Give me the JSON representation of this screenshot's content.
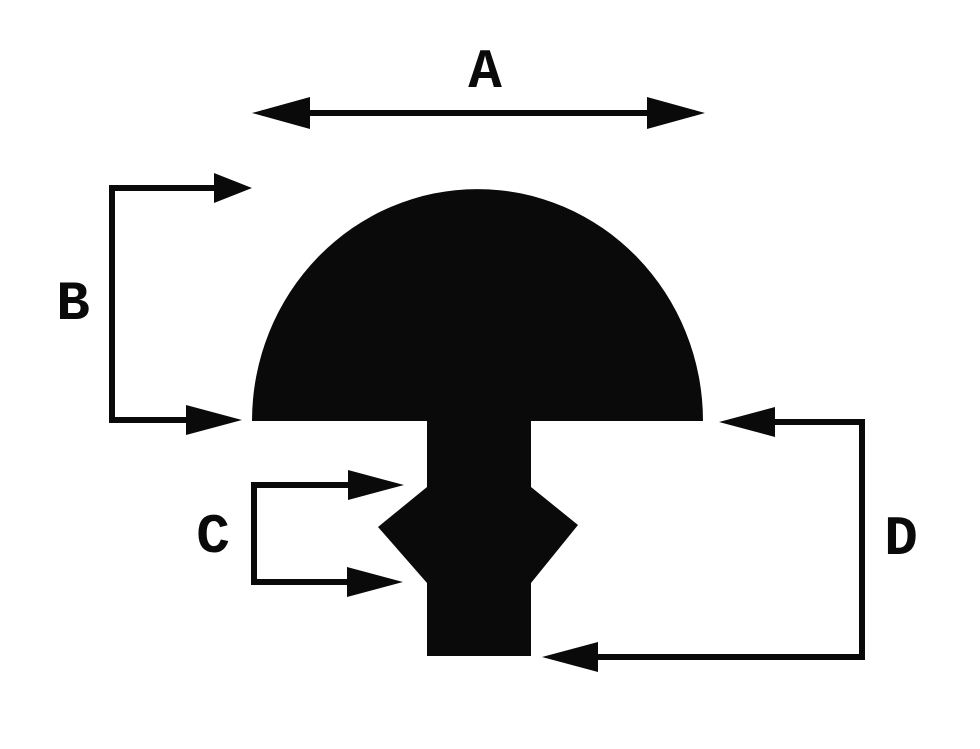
{
  "colors": {
    "ink": "#0a0a0a",
    "background": "#ffffff"
  },
  "labels": {
    "a": "A",
    "b": "B",
    "c": "C",
    "d": "D"
  }
}
